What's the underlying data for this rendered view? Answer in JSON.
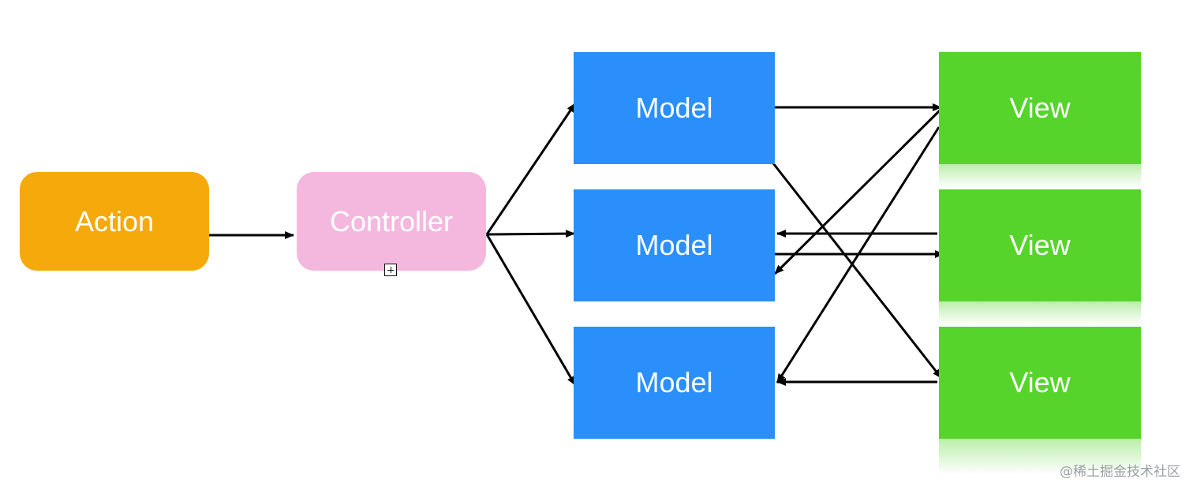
{
  "nodes": {
    "action": {
      "label": "Action"
    },
    "controller": {
      "label": "Controller"
    },
    "models": [
      {
        "label": "Model"
      },
      {
        "label": "Model"
      },
      {
        "label": "Model"
      }
    ],
    "views": [
      {
        "label": "View"
      },
      {
        "label": "View"
      },
      {
        "label": "View"
      }
    ]
  },
  "edges": [
    {
      "from": "action",
      "to": "controller"
    },
    {
      "from": "controller",
      "to": "model-1"
    },
    {
      "from": "controller",
      "to": "model-2"
    },
    {
      "from": "controller",
      "to": "model-3"
    },
    {
      "from": "model-1",
      "to": "view-1"
    },
    {
      "from": "model-1",
      "to": "view-3"
    },
    {
      "from": "view-1",
      "to": "model-2"
    },
    {
      "from": "view-1",
      "to": "model-3"
    },
    {
      "from": "view-2",
      "to": "model-2"
    },
    {
      "from": "model-2",
      "to": "view-2"
    },
    {
      "from": "view-3",
      "to": "model-3"
    }
  ],
  "colors": {
    "action": "#f5a90a",
    "controller": "#f4b8df",
    "model": "#2a8ffb",
    "view": "#56d42c",
    "edge": "#000000"
  },
  "watermark": "@稀土掘金技术社区"
}
